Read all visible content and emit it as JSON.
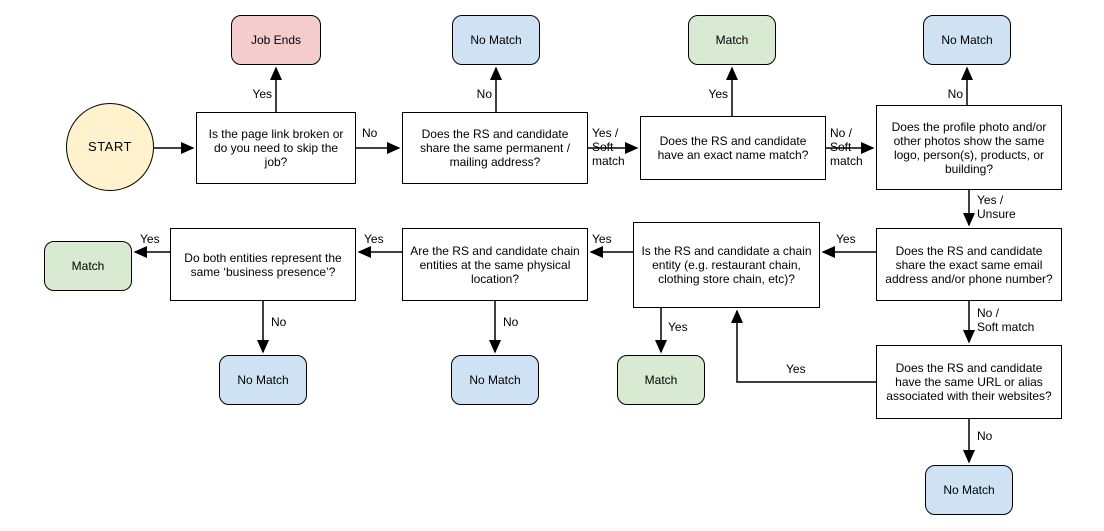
{
  "diagram": {
    "colors": {
      "background": "#ffffff",
      "start_fill": "#fff2cc",
      "job_ends_fill": "#f4cccc",
      "match_fill": "#d9ead3",
      "no_match_fill": "#cfe2f3",
      "decision_fill": "#ffffff",
      "border": "#000000",
      "arrow": "#000000"
    },
    "start": {
      "label": "START"
    },
    "terminals": {
      "job_ends": {
        "label": "Job Ends"
      },
      "no_match_address": {
        "label": "No Match"
      },
      "match_name": {
        "label": "Match"
      },
      "no_match_photo": {
        "label": "No Match"
      },
      "match_business_presence": {
        "label": "Match"
      },
      "no_match_business_presence": {
        "label": "No Match"
      },
      "no_match_location": {
        "label": "No Match"
      },
      "match_chain": {
        "label": "Match"
      },
      "no_match_url": {
        "label": "No Match"
      }
    },
    "decisions": {
      "page_link": {
        "text": "Is the page link broken or do you need to skip the job?"
      },
      "address": {
        "text": "Does the RS and candidate share the same permanent / mailing address?"
      },
      "name": {
        "text": "Does the RS and candidate have an exact name match?"
      },
      "photo": {
        "text": "Does the profile photo and/or other photos show the same logo, person(s), products, or building?"
      },
      "business_presence": {
        "text": "Do both entities represent the same ‘business presence’?"
      },
      "location": {
        "text": "Are the RS and candidate chain entities at the same physical location?"
      },
      "chain": {
        "text": "Is the RS and candidate a chain entity (e.g. restaurant chain, clothing store chain, etc)?"
      },
      "email_phone": {
        "text": "Does the RS and candidate share the exact same email address and/or phone number?"
      },
      "url": {
        "text": "Does the RS and candidate have the same URL or alias associated with their websites?"
      }
    },
    "edge_labels": {
      "page_link_yes": "Yes",
      "page_link_no": "No",
      "address_no": "No",
      "address_yes": "Yes /\nSoft\nmatch",
      "name_yes": "Yes",
      "name_no": "No /\nSoft\nmatch",
      "photo_no": "No",
      "photo_yes": "Yes /\nUnsure",
      "email_yes": "Yes",
      "email_no": "No /\nSoft match",
      "chain_left_yes": "Yes",
      "chain_down_yes": "Yes",
      "location_yes": "Yes",
      "location_no": "No",
      "business_yes": "Yes",
      "business_no": "No",
      "url_yes": "Yes",
      "url_no": "No"
    }
  }
}
